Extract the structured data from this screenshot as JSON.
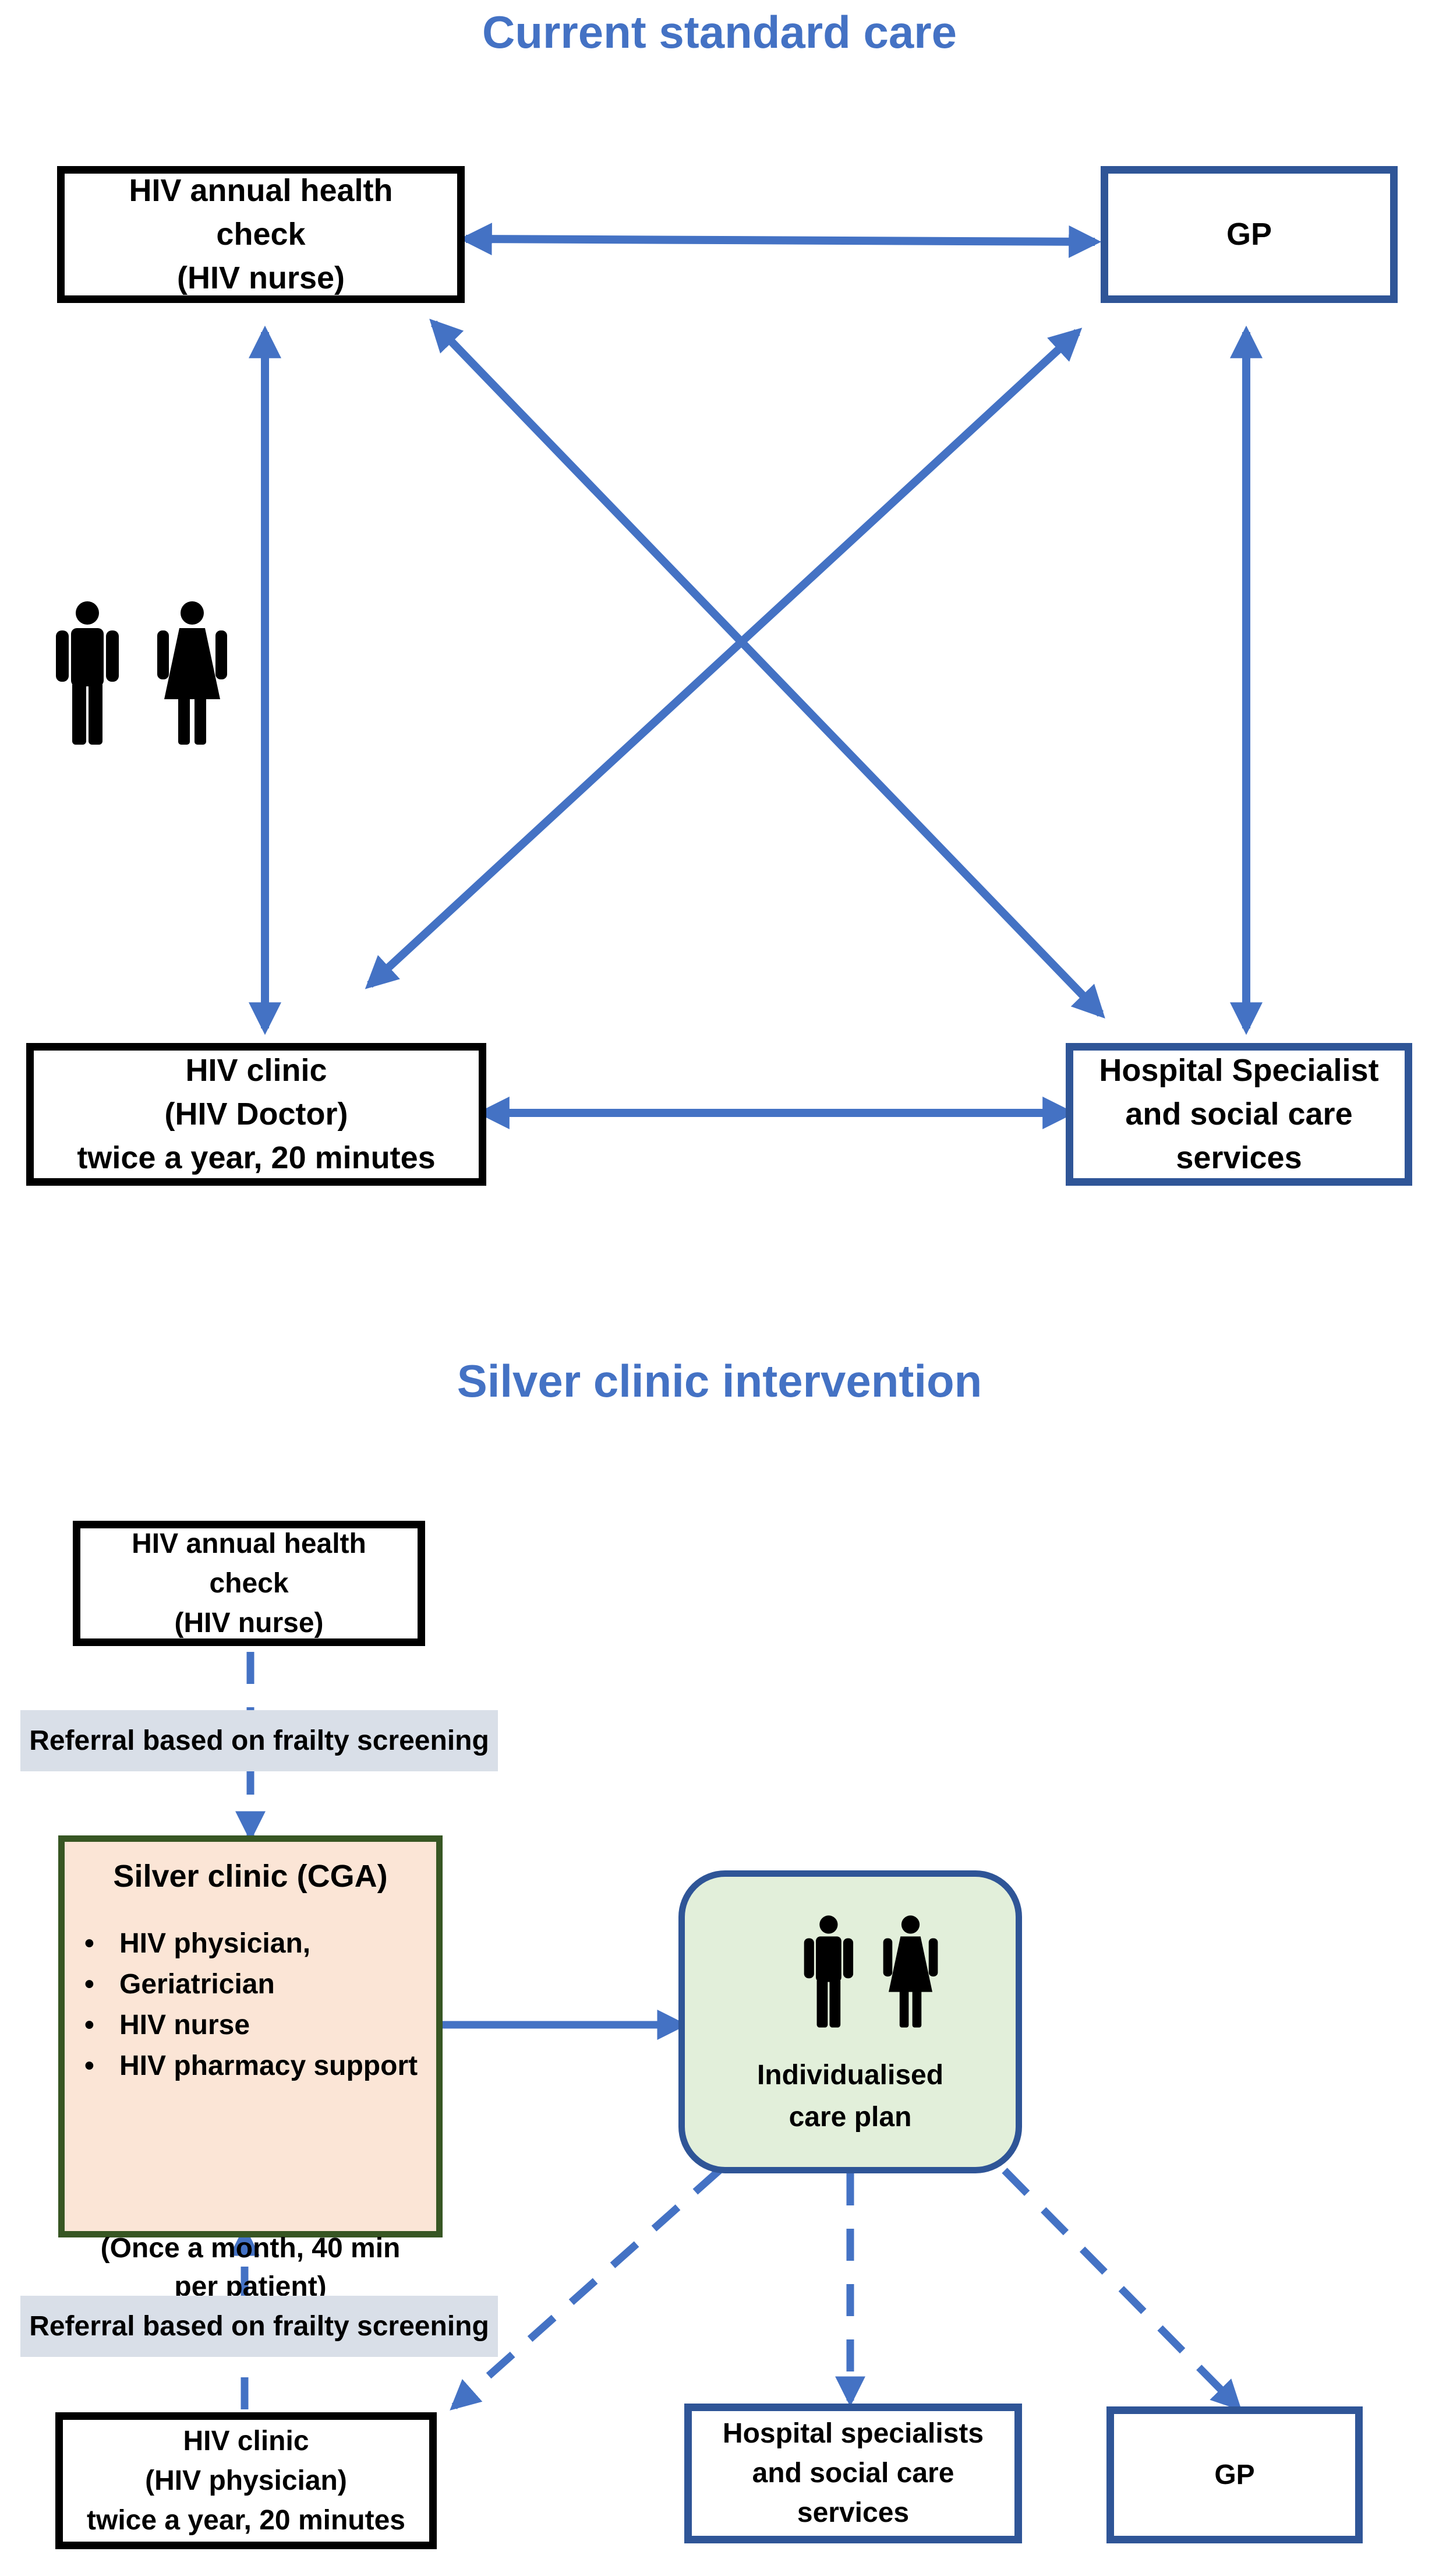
{
  "colors": {
    "accent": "#4472c4",
    "box_border_blue": "#2f5597",
    "box_border_black": "#000000",
    "silver_fill": "#fbe5d6",
    "silver_border": "#375623",
    "plan_fill": "#e2efda",
    "referral_fill": "#d9dfe8"
  },
  "icons": [
    "man-icon",
    "woman-icon"
  ],
  "standard": {
    "title": "Current standard care",
    "annual_check": "HIV annual health\ncheck\n(HIV nurse)",
    "gp": "GP",
    "clinic": "HIV clinic\n(HIV Doctor)\ntwice a year, 20 minutes",
    "hospital": "Hospital Specialist\nand social care\nservices"
  },
  "silver": {
    "title": "Silver clinic intervention",
    "annual_check": "HIV annual health\ncheck\n(HIV nurse)",
    "referral_top": "Referral based on frailty screening",
    "clinic_title": "Silver clinic (CGA)",
    "members": [
      "HIV physician,",
      "Geriatrician",
      "HIV nurse",
      "HIV pharmacy support"
    ],
    "frequency": "(Once a month, 40 min\nper patient)",
    "care_plan": "Individualised\ncare plan",
    "referral_bottom": "Referral based on frailty screening",
    "clinic": "HIV clinic\n(HIV physician)\ntwice a year, 20 minutes",
    "hospital": "Hospital specialists\nand social care\nservices",
    "gp": "GP"
  }
}
